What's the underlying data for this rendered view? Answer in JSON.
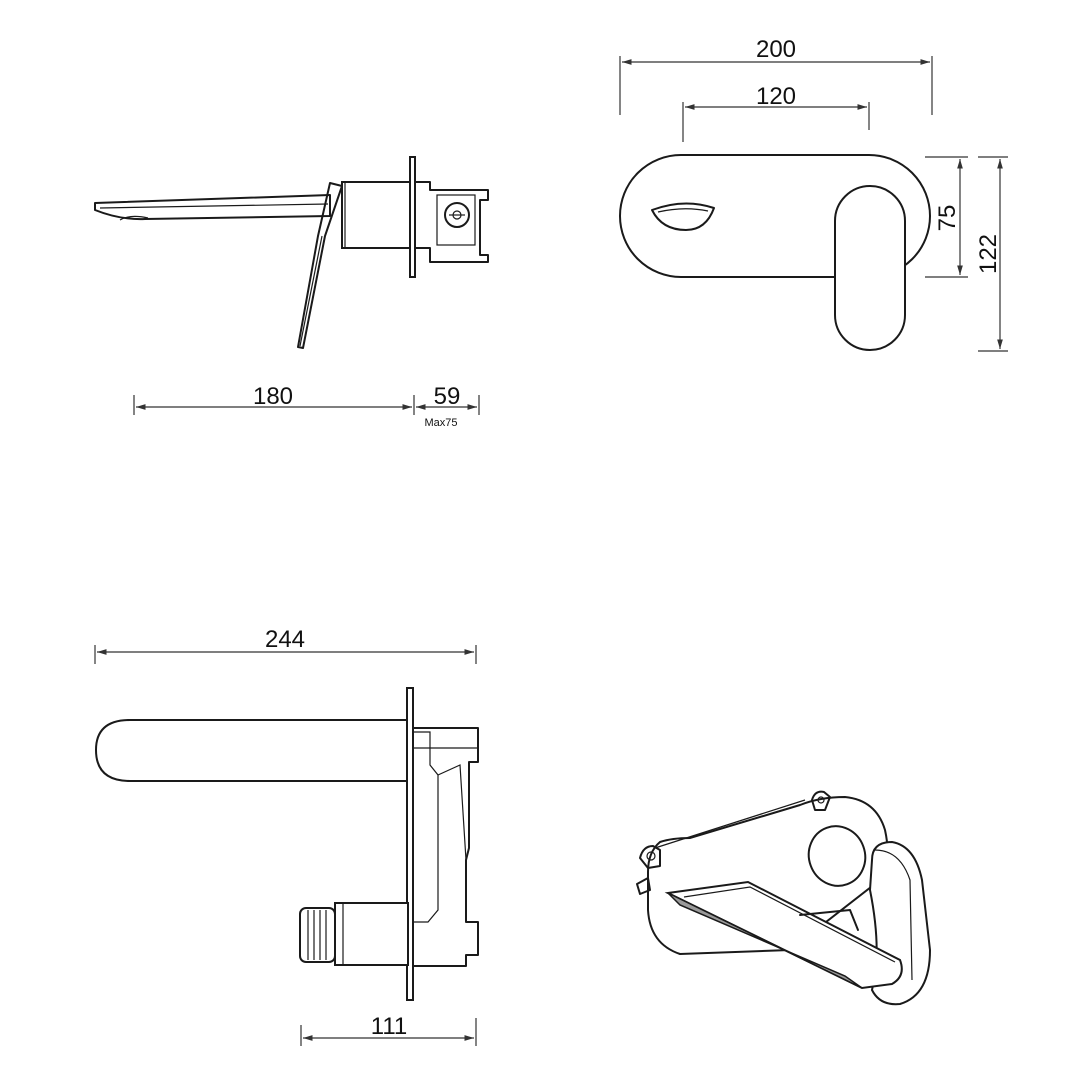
{
  "dimensions": {
    "side_length": "180",
    "wall_depth": "59",
    "wall_depth_max": "Max75",
    "front_width": "200",
    "front_inner_width": "120",
    "front_plate_height": "75",
    "front_total_height": "122",
    "top_length": "244",
    "top_body_length": "111"
  },
  "colors": {
    "line": "#1a1a1a",
    "background": "#ffffff"
  }
}
